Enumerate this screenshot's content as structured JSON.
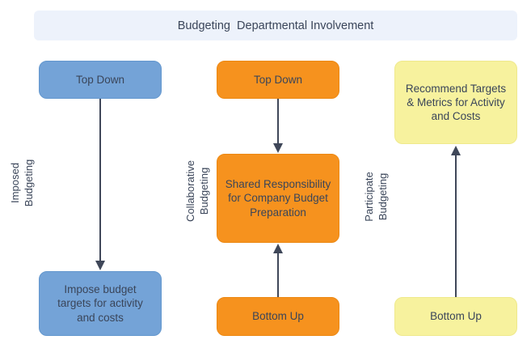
{
  "title": {
    "text": "Budgeting  Departmental Involvement"
  },
  "colors": {
    "title_bg": "#EDF2FB",
    "blue": "#74A3D7",
    "blue_border": "#6397CE",
    "orange": "#F6921E",
    "orange_border": "#EC8812",
    "yellow": "#F7F29E",
    "yellow_border": "#EFE98C",
    "arrow": "#3F4759",
    "text": "#3A4559"
  },
  "columns": [
    {
      "id": "imposed",
      "side_label": "Imposed Budgeting",
      "top_box": "Top Down",
      "bottom_box": "Impose budget targets for activity and costs",
      "arrow_direction": "down"
    },
    {
      "id": "collaborative",
      "side_label": "Collaborative Budgeting",
      "top_box": "Top Down",
      "middle_box": "Shared Responsibility for Company Budget Preparation",
      "bottom_box": "Bottom Up",
      "arrow_directions": [
        "down",
        "up"
      ]
    },
    {
      "id": "participate",
      "side_label": "Participate Budgeting",
      "top_box": "Recommend Targets & Metrics for Activity and Costs",
      "bottom_box": "Bottom Up",
      "arrow_direction": "up"
    }
  ]
}
